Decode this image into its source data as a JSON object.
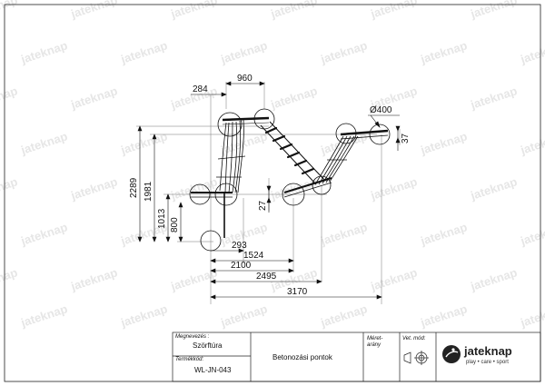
{
  "drawing": {
    "dimensions": {
      "d284": "284",
      "d960": "960",
      "d400": "Ø400",
      "d37": "37",
      "d2289": "2289",
      "d1981": "1981",
      "d1013": "1013",
      "d800": "800",
      "d27": "27",
      "d293": "293",
      "d1524": "1524",
      "d2100": "2100",
      "d2495": "2495",
      "d3170": "3170"
    }
  },
  "title_block": {
    "name_label": "Megnevezés :",
    "name_value": "Szörftúra",
    "code_label": "Termékkód:",
    "code_value": "WL-JN-043",
    "drawing_title": "Betonozási pontok",
    "scale_label_1": "Méret-",
    "scale_label_2": "arány",
    "projection_label": "Vet. mód:"
  },
  "brand": {
    "name": "jateknap",
    "tagline": "play • care • sport",
    "watermark": "jateknap"
  }
}
